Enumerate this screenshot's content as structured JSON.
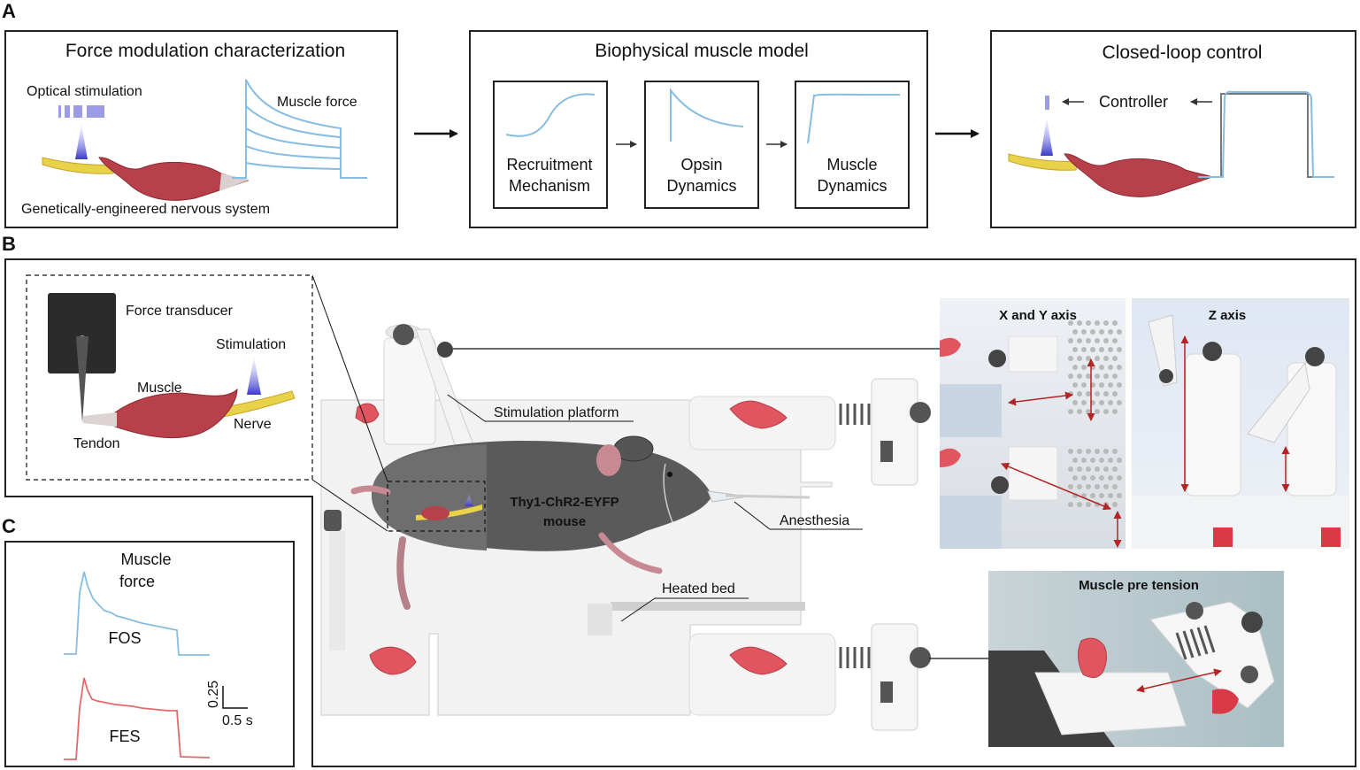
{
  "panel_a": {
    "label": "A",
    "force_box": {
      "title": "Force modulation characterization",
      "optical_label": "Optical stimulation",
      "force_label": "Muscle force",
      "nervous_label": "Genetically-engineered nervous system"
    },
    "model_box": {
      "title": "Biophysical muscle model",
      "recruitment": [
        "Recruitment",
        "Mechanism"
      ],
      "opsin": [
        "Opsin",
        "Dynamics"
      ],
      "muscle": [
        "Muscle",
        "Dynamics"
      ]
    },
    "control_box": {
      "title": "Closed-loop control",
      "controller_label": "Controller"
    }
  },
  "panel_b": {
    "label": "B",
    "inset": {
      "force_transducer": "Force transducer",
      "stimulation": "Stimulation",
      "muscle": "Muscle",
      "nerve": "Nerve",
      "tendon": "Tendon"
    },
    "stimulation_platform": "Stimulation platform",
    "mouse_label": [
      "Thy1-ChR2-EYFP",
      "mouse"
    ],
    "anesthesia": "Anesthesia",
    "heated_bed": "Heated bed",
    "xy_axis": "X and Y axis",
    "z_axis": "Z axis",
    "pre_tension": "Muscle pre tension"
  },
  "panel_c": {
    "label": "C",
    "title": [
      "Muscle",
      "force"
    ],
    "fos": "FOS",
    "fes": "FES",
    "scale_y": "0.25",
    "scale_x": "0.5 s"
  },
  "colors": {
    "trace_blue": "#86bde0",
    "trace_red": "#e36a6a",
    "muscle_red": "#b8404a",
    "nerve_yellow": "#e8d24a",
    "light_purple": "#9b9be6",
    "dial_red": "#e0555f",
    "arrow_red": "#b32424"
  },
  "icons": [
    "laser-cone-icon",
    "muscle-icon",
    "nerve-icon",
    "mouse-icon",
    "force-transducer-icon",
    "thumb-screw-icon"
  ]
}
